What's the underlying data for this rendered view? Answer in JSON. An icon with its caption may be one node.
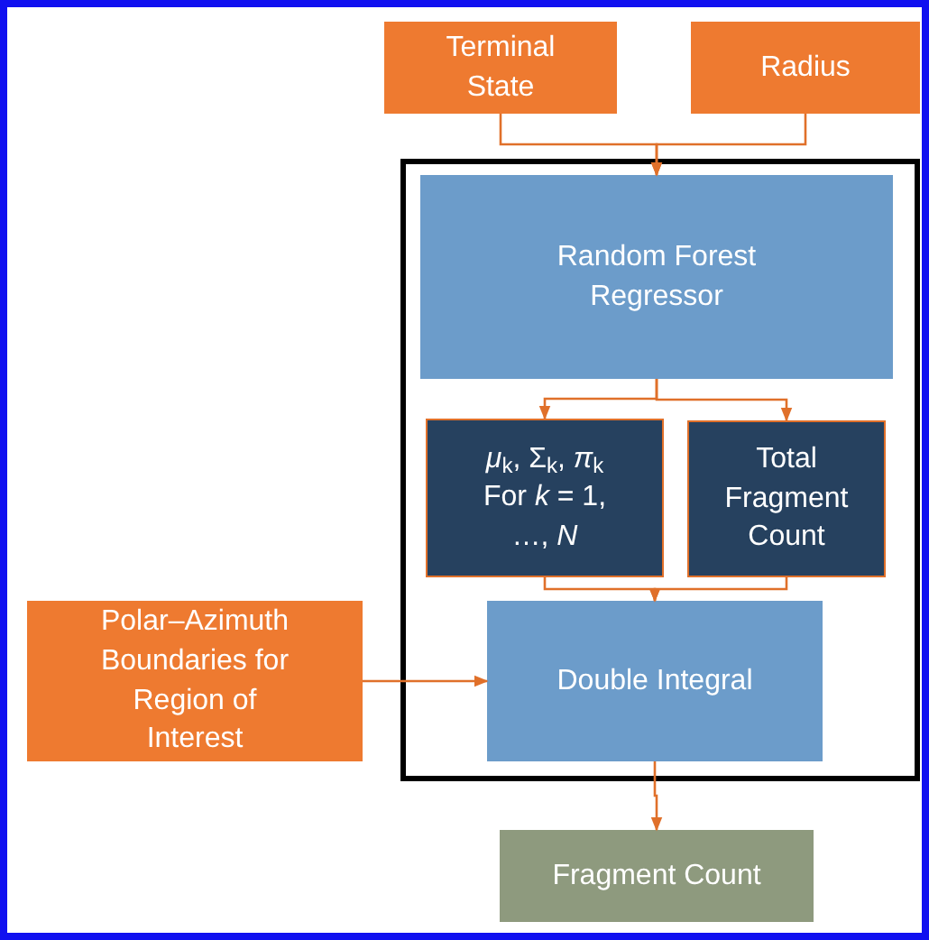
{
  "diagram": {
    "nodes": [
      {
        "text": [
          "Terminal State"
        ]
      },
      {
        "text": [
          "Radius"
        ]
      },
      {
        "text": [],
        "shape": "box"
      },
      {
        "text": [
          "Random Forest Regressor"
        ],
        "in": 2
      },
      {
        "text": [
          "*μ*$_{k}$, Σ$_{k}$, *π*$_{k}$ For *k* = 1, …, *N*"
        ],
        "in": 2
      },
      {
        "text": [
          "Total Fragment Count"
        ],
        "in": 2
      },
      {
        "text": [
          "Double Integral"
        ],
        "in": 2
      },
      {
        "text": [
          "Polar–Azimuth Boundaries for Region of Interest"
        ]
      },
      {
        "text": [
          "Fragment Count"
        ]
      }
    ],
    "edges": [
      {
        "from": 0,
        "to": 3,
        "arrow": "to"
      },
      {
        "from": 1,
        "to": 3,
        "arrow": "to"
      },
      {
        "from": 3,
        "to": 4,
        "arrow": "to"
      },
      {
        "from": 3,
        "to": 5,
        "arrow": "to"
      },
      {
        "from": 4,
        "to": 6,
        "arrow": "to"
      },
      {
        "from": 5,
        "to": 6,
        "arrow": "to"
      },
      {
        "from": 7,
        "to": 6,
        "arrow": "to"
      },
      {
        "from": 6,
        "to": 8,
        "arrow": "to"
      }
    ]
  }
}
